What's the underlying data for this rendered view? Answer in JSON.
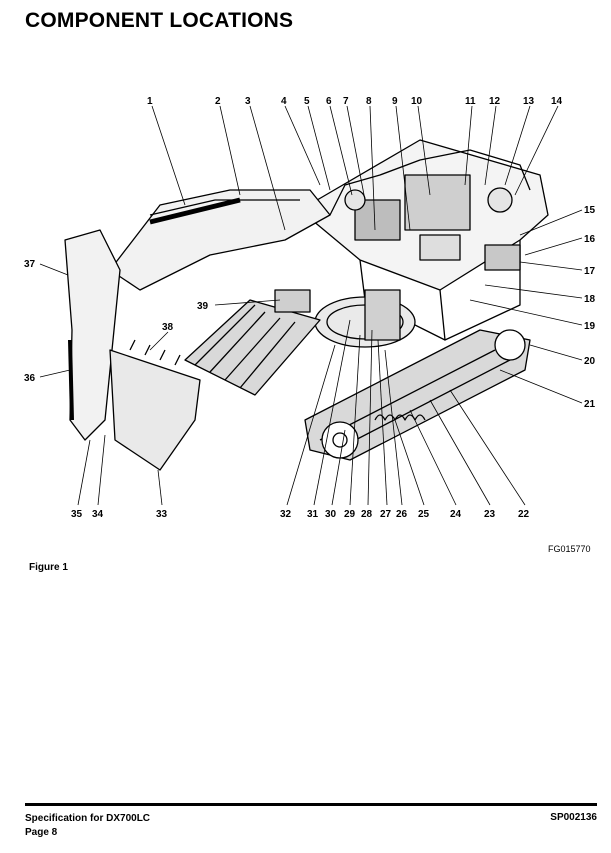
{
  "page": {
    "title": "COMPONENT LOCATIONS",
    "figure_code": "FG015770",
    "figure_label": "Figure 1",
    "footer_left_line1": "Specification for DX700LC",
    "footer_left_line2": "Page 8",
    "footer_right": "SP002136"
  },
  "callouts": [
    "1",
    "2",
    "3",
    "4",
    "5",
    "6",
    "7",
    "8",
    "9",
    "10",
    "11",
    "12",
    "13",
    "14",
    "15",
    "16",
    "17",
    "18",
    "19",
    "20",
    "21",
    "22",
    "23",
    "24",
    "25",
    "26",
    "27",
    "28",
    "29",
    "30",
    "31",
    "32",
    "33",
    "34",
    "35",
    "36",
    "37",
    "38",
    "39"
  ]
}
